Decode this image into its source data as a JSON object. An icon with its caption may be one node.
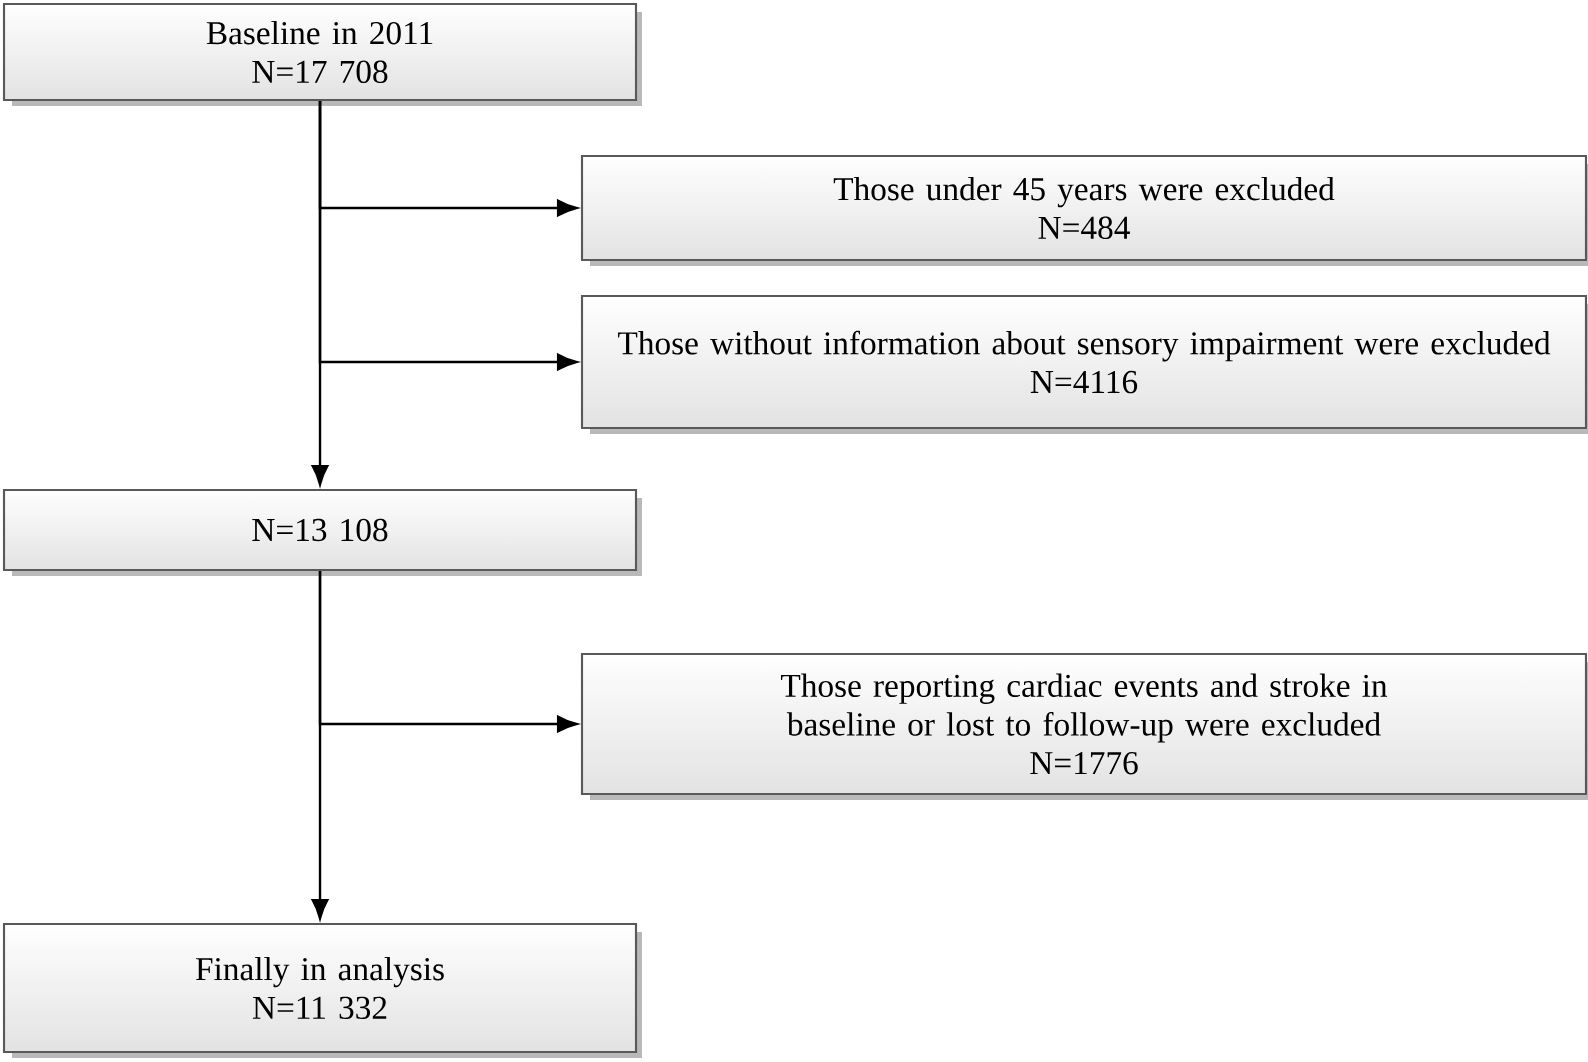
{
  "diagram": {
    "nodes": [
      {
        "text": [
          "Baseline in 2011",
          "N=17 708"
        ]
      },
      {
        "text": [
          "Those under 45 years were excluded",
          "N=484"
        ]
      },
      {
        "text": [
          "Those without information about sensory impairment were excluded",
          "N=4116"
        ]
      },
      {
        "text": [
          "N=13 108"
        ]
      },
      {
        "text": [
          "Those reporting cardiac events and stroke in baseline or lost to follow-up were excluded",
          "N=1776"
        ]
      },
      {
        "text": [
          "Finally in analysis",
          "N=11 332"
        ]
      }
    ],
    "edges": [
      {
        "from": 0,
        "to": 3,
        "arrow": "to"
      },
      {
        "from": 0,
        "to": 1,
        "arrow": "to"
      },
      {
        "from": 0,
        "to": 2,
        "arrow": "to"
      },
      {
        "from": 3,
        "to": 5,
        "arrow": "to"
      },
      {
        "from": 3,
        "to": 4,
        "arrow": "to"
      }
    ]
  }
}
